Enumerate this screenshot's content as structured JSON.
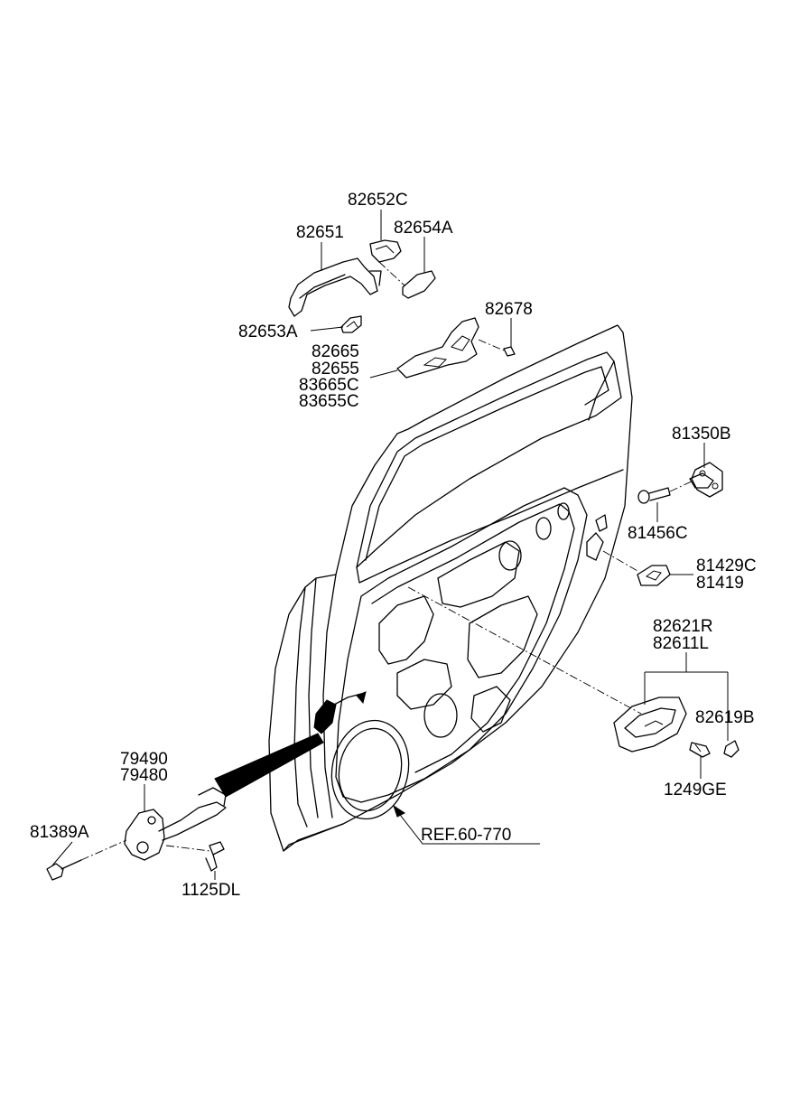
{
  "diagram": {
    "labels": {
      "p82652C": "82652C",
      "p82651": "82651",
      "p82654A": "82654A",
      "p82653A": "82653A",
      "p82678": "82678",
      "p82665": "82665",
      "p82655": "82655",
      "p83665C": "83665C",
      "p83655C": "83655C",
      "p81350B": "81350B",
      "p81456C": "81456C",
      "p81429C": "81429C",
      "p81419": "81419",
      "p82621R": "82621R",
      "p82611L": "82611L",
      "p82619B": "82619B",
      "p1249GE": "1249GE",
      "p79490": "79490",
      "p79480": "79480",
      "p81389A": "81389A",
      "p1125DL": "1125DL",
      "ref": "REF.60-770"
    }
  }
}
